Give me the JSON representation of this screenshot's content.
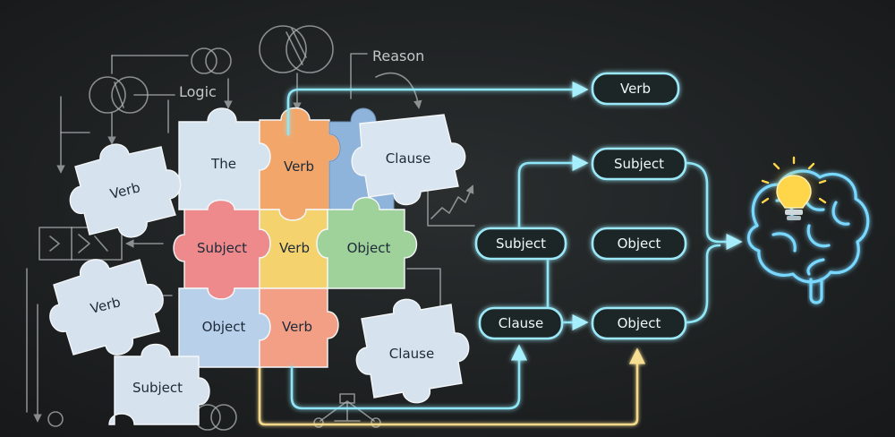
{
  "chalk_labels": {
    "logic": "Logic",
    "reason": "Reason"
  },
  "puzzle_pieces": [
    {
      "label": "The",
      "color": "#d5e3ef"
    },
    {
      "label": "Verb",
      "color": "#f2a66a"
    },
    {
      "label": "Clause",
      "color": "#d9e5f0"
    },
    {
      "label": "Subject",
      "color": "#ee8a8c"
    },
    {
      "label": "Verb",
      "color": "#f4d36e"
    },
    {
      "label": "Object",
      "color": "#9fd19a"
    },
    {
      "label": "Object",
      "color": "#b8d0ea"
    },
    {
      "label": "Verb",
      "color": "#f29f86"
    },
    {
      "label": "Verb",
      "color": "#d6e2ee"
    },
    {
      "label": "Verb",
      "color": "#d6e2ee"
    },
    {
      "label": "Subject",
      "color": "#d6e2ee"
    },
    {
      "label": "Clause",
      "color": "#d6e2ee"
    }
  ],
  "flow_nodes": {
    "verb": "Verb",
    "subject_top": "Subject",
    "subject_left": "Subject",
    "object_mid": "Object",
    "clause": "Clause",
    "object_bottom": "Object"
  },
  "colors": {
    "background": "#1f2223",
    "flow_line": "#8fe6f7",
    "flow_line_yellow": "#f4d98a",
    "bulb": "#ffd54a"
  },
  "icons": [
    "brain-icon",
    "lightbulb-icon"
  ]
}
